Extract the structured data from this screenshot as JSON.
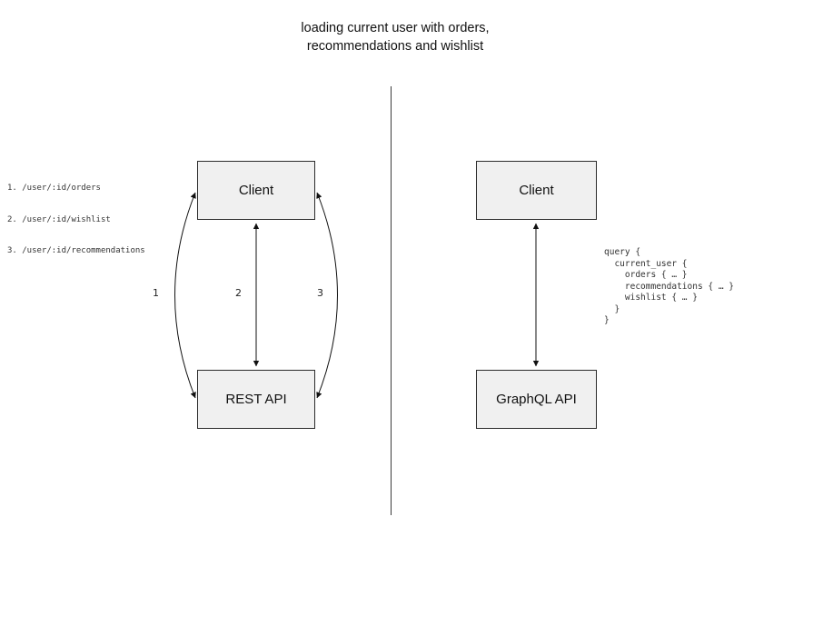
{
  "title": "loading current user with orders,\nrecommendations and wishlist",
  "left": {
    "client_label": "Client",
    "api_label": "REST API",
    "endpoints": [
      "1. /user/:id/orders",
      "2. /user/:id/wishlist",
      "3. /user/:id/recommendations"
    ],
    "arrow_labels": [
      "1",
      "2",
      "3"
    ]
  },
  "right": {
    "client_label": "Client",
    "api_label": "GraphQL API",
    "query": "query {\n  current_user {\n    orders { … }\n    recommendations { … }\n    wishlist { … }\n  }\n}"
  },
  "colors": {
    "box_fill": "#f0f0f0",
    "box_border": "#2b2b2b",
    "line": "#111111",
    "divider": "#3c3c3c"
  }
}
